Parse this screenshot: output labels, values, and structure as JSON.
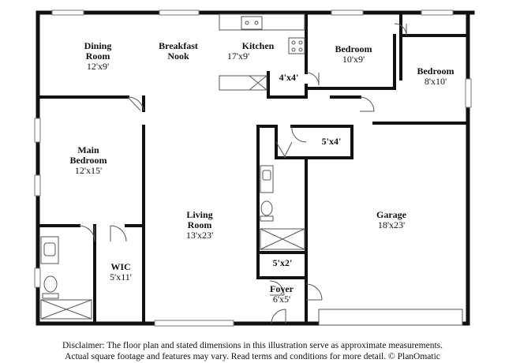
{
  "rooms": {
    "dining": {
      "name": "Dining Room",
      "dim": "12'x9'"
    },
    "breakfast": {
      "name": "Breakfast Nook"
    },
    "kitchen": {
      "name": "Kitchen",
      "dim": "17'x9'"
    },
    "bedroom1": {
      "name": "Bedroom",
      "dim": "10'x9'"
    },
    "bedroom2": {
      "name": "Bedroom",
      "dim": "8'x10'"
    },
    "pantry": {
      "dim": "4'x4'"
    },
    "main_bedroom": {
      "name": "Main Bedroom",
      "dim": "12'x15'"
    },
    "closet_5x4": {
      "dim": "5'x4'"
    },
    "living": {
      "name": "Living Room",
      "dim": "13'x23'"
    },
    "garage": {
      "name": "Garage",
      "dim": "18'x23'"
    },
    "wic": {
      "name": "WIC",
      "dim": "5'x11'"
    },
    "closet_5x2": {
      "dim": "5'x2'"
    },
    "foyer": {
      "name": "Foyer",
      "dim": "6'x5'"
    }
  },
  "disclaimer": {
    "line1": "Disclaimer: The floor plan and stated dimensions in this illustration serve as approximate measurements.",
    "line2": "Actual square footage and features may vary. Read terms and conditions for more detail. © PlanOmatic"
  }
}
